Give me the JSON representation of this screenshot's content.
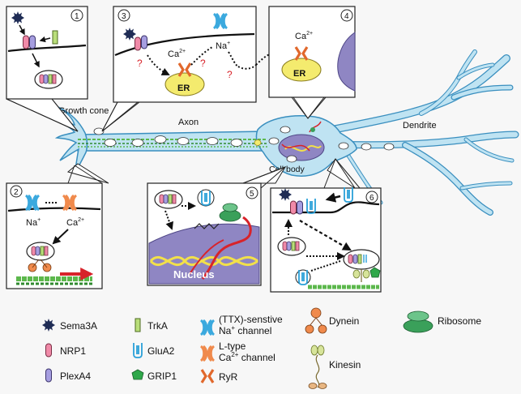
{
  "neuron": {
    "growth_cone": "Growth cone",
    "axon": "Axon",
    "dendrite": "Dendrite",
    "cell_body": "Cell body"
  },
  "panels": {
    "p1": {
      "number": "1"
    },
    "p2": {
      "number": "2",
      "na": "Na",
      "na_sup": "+",
      "ca": "Ca",
      "ca_sup": "2+"
    },
    "p3": {
      "number": "3",
      "ca": "Ca",
      "ca_sup": "2+",
      "na": "Na",
      "na_sup": "+",
      "er": "ER",
      "question": "?"
    },
    "p4": {
      "number": "4",
      "ca": "Ca",
      "ca_sup": "2+",
      "er": "ER"
    },
    "p5": {
      "number": "5",
      "nucleus": "Nucleus"
    },
    "p6": {
      "number": "6"
    }
  },
  "legend": {
    "sema3a": "Sema3A",
    "nrp1": "NRP1",
    "plexa4": "PlexA4",
    "trka": "TrkA",
    "glua2": "GluA2",
    "grip1": "GRIP1",
    "ttx_line1": "(TTX)-senstive",
    "ttx_line2": "Na",
    "ttx_sup": "+",
    "ttx_line2b": " channel",
    "ltype_line1": "L-type",
    "ltype_line2": "Ca",
    "ltype_sup": "2+",
    "ltype_line2b": " channel",
    "ryr": "RyR",
    "dynein": "Dynein",
    "kinesin": "Kinesin",
    "ribosome": "Ribosome"
  },
  "colors": {
    "neuron_fill": "#bfe3f2",
    "neuron_stroke": "#3a8fbf",
    "nucleus": "#8f86c3",
    "er_fill": "#f4eb6e",
    "arrow_red": "#d8232a",
    "question_red": "#d8232a",
    "ribosome": "#3aa05a",
    "glua2": "#2aa0d8"
  }
}
